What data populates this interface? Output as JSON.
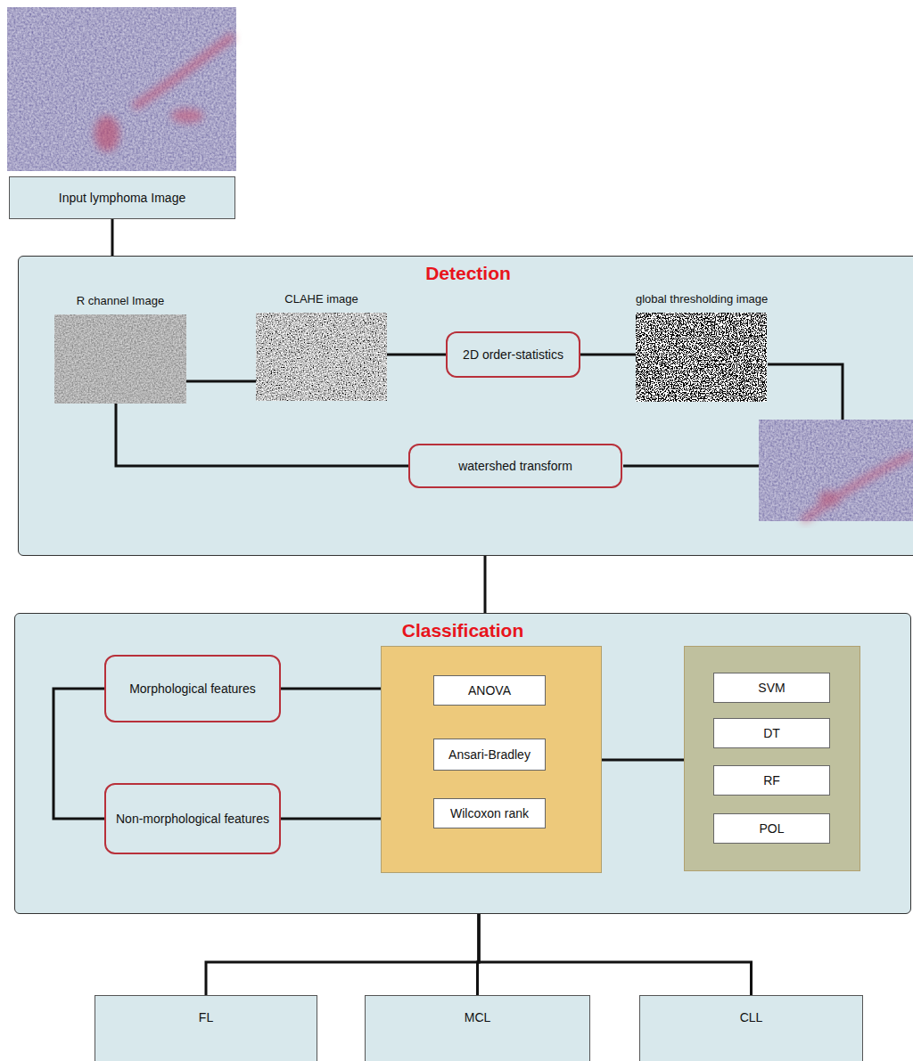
{
  "diagram": {
    "nodes": [
      {
        "text": [
          "Input lymphoma Image"
        ]
      },
      {
        "text": [
          "Detection"
        ]
      },
      {
        "text": [
          "R channel Image"
        ],
        "in": 1
      },
      {
        "text": [
          "CLAHE image"
        ],
        "in": 1
      },
      {
        "text": [
          "2D order-statistics"
        ],
        "in": 1
      },
      {
        "text": [
          "global thresholding image"
        ],
        "in": 1
      },
      {
        "text": [
          "watershed transform"
        ],
        "in": 1
      },
      {
        "text": [
          "Classification"
        ]
      },
      {
        "text": [
          "Morphological features"
        ],
        "in": 7
      },
      {
        "text": [
          "Non-morphological features"
        ],
        "in": 7
      },
      {
        "text": [],
        "in": 7
      },
      {
        "text": [
          "ANOVA"
        ],
        "in": 10
      },
      {
        "text": [
          "Ansari-Bradley"
        ],
        "in": 10
      },
      {
        "text": [
          "Wilcoxon rank"
        ],
        "in": 10
      },
      {
        "text": [],
        "in": 7
      },
      {
        "text": [
          "SVM"
        ],
        "in": 14
      },
      {
        "text": [
          "DT"
        ],
        "in": 14
      },
      {
        "text": [
          "RF"
        ],
        "in": 14
      },
      {
        "text": [
          "POL"
        ],
        "in": 14
      },
      {
        "text": [
          "FL"
        ]
      },
      {
        "text": [
          "MCL"
        ]
      },
      {
        "text": [
          "CLL"
        ]
      }
    ],
    "edges": [
      {
        "from": 0,
        "to": 1,
        "arrow": "none"
      },
      {
        "from": 1,
        "to": 7,
        "arrow": "none"
      },
      {
        "from": 2,
        "to": 3,
        "arrow": "none"
      },
      {
        "from": 3,
        "to": 4,
        "arrow": "none"
      },
      {
        "from": 4,
        "to": 5,
        "arrow": "none"
      },
      {
        "from": 6,
        "to": 2,
        "arrow": "none"
      },
      {
        "from": 7,
        "to": 19,
        "arrow": "none"
      },
      {
        "from": 7,
        "to": 20,
        "arrow": "none"
      },
      {
        "from": 7,
        "to": 21,
        "arrow": "none"
      },
      {
        "from": 8,
        "to": 9,
        "arrow": "none"
      },
      {
        "from": 8,
        "to": 10,
        "arrow": "none"
      },
      {
        "from": 9,
        "to": 10,
        "arrow": "none"
      },
      {
        "from": 10,
        "to": 14,
        "arrow": "none"
      }
    ]
  }
}
